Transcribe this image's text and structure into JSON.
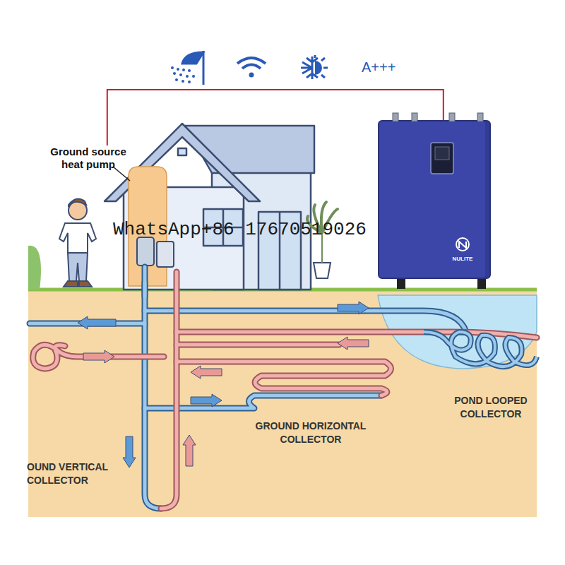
{
  "diagram": {
    "nodes": [
      {
        "text": [
          "Ground source heat pump"
        ]
      },
      {
        "text": [
          "NULITE"
        ]
      }
    ],
    "edges": [
      {
        "from": 0,
        "to": 1,
        "arrow": "none"
      }
    ],
    "labels": [
      "A+++",
      "WhatsApp+86 17670519026",
      "POND LOOPED COLLECTOR",
      "GROUND HORIZONTAL COLLECTOR",
      "OUND VERTICAL COLLECTOR"
    ]
  }
}
